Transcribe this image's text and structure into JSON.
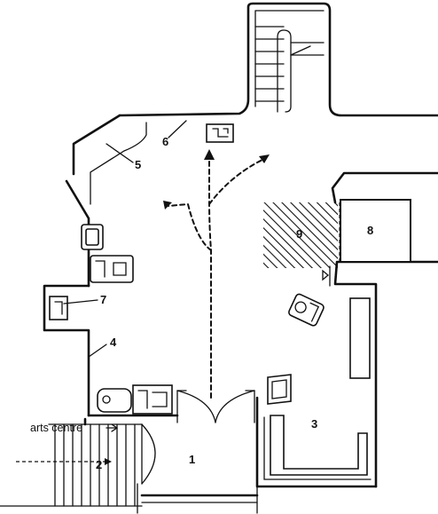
{
  "entrance_label": "arts centre",
  "area_labels": {
    "a1": "1",
    "a2": "2",
    "a3": "3",
    "a4": "4",
    "a5": "5",
    "a6": "6",
    "a7": "7",
    "a8": "8",
    "a9": "9"
  }
}
